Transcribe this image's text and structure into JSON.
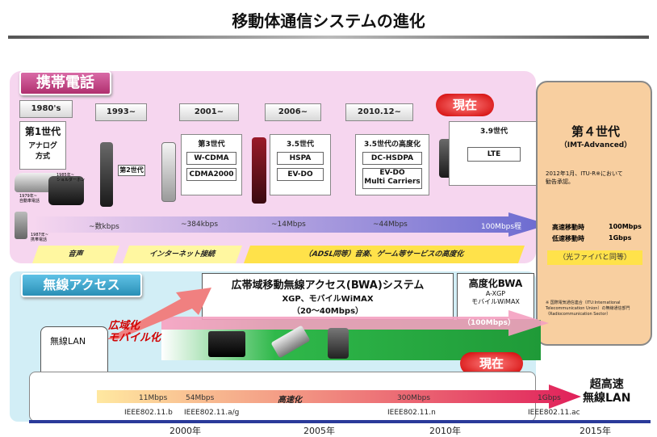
{
  "title": "移動体通信システムの進化",
  "mobile": {
    "label": "携帯電話",
    "eras": [
      "1980's",
      "1993~",
      "2001~",
      "2006~",
      "2010.12~"
    ],
    "gen1": {
      "title": "第1世代",
      "sub": "アナログ\n方式"
    },
    "gen2": "第2世代",
    "gen3": {
      "title": "第3世代",
      "items": [
        "W-CDMA",
        "CDMA2000"
      ]
    },
    "gen35": {
      "title": "3.5世代",
      "items": [
        "HSPA",
        "EV-DO"
      ]
    },
    "gen35h": {
      "title": "3.5世代の高度化",
      "items": [
        "DC-HSDPA",
        "EV-DO\nMulti Carriers"
      ]
    },
    "gen39": {
      "title": "3.9世代",
      "items": [
        "LTE"
      ]
    },
    "phone_notes": [
      "1985年~\nショルダーホン",
      "1979年~\n自動車電話",
      "1987年~\n携帯電話"
    ],
    "speeds": [
      "~数kbps",
      "~384kbps",
      "~14Mbps",
      "~44Mbps",
      "100Mbps程"
    ],
    "services": [
      "音声",
      "インターネット接続",
      "（ADSL同等）音楽、ゲーム等サービスの高度化"
    ],
    "now": "現在"
  },
  "g4": {
    "title": "第４世代",
    "subtitle": "（IMT-Advanced）",
    "note": "2012年1月、ITU-R※において\n勧告承認。",
    "speed_high_label": "高速移動時",
    "speed_high": "100Mbps",
    "speed_low_label": "低速移動時",
    "speed_low": "1Gbps",
    "fiber": "（光ファイバと同等）",
    "footnote": "※ 国際電気通信連合（ITU:International Telecommunication Union）の無線通信部門（Radiocommunication Sector）"
  },
  "wireless": {
    "label": "無線アクセス",
    "bwa_title": "広帯域移動無線アクセス(BWA)システム",
    "bwa_sub": "XGP、モバイルWiMAX",
    "bwa_speed": "（20～40Mbps）",
    "adv_title": "高度化BWA",
    "adv_items": [
      "A-XGP",
      "モバイルWiMAX"
    ],
    "adv_speed": "（100Mbps）",
    "wlan": "無線LAN",
    "wide": "広域化\nモバイル化",
    "fast": "高速化",
    "now": "現在",
    "super": "超高速\n無線LAN",
    "speeds": [
      "11Mbps",
      "54Mbps",
      "300Mbps",
      "1Gbps"
    ],
    "standards": [
      "IEEE802.11.b",
      "IEEE802.11.a/g",
      "IEEE802.11.n",
      "IEEE802.11.ac"
    ]
  },
  "years": [
    "2000年",
    "2005年",
    "2010年",
    "2015年"
  ],
  "colors": {
    "pink_bg": "#f6d6ef",
    "blue_bg": "#d2eef6",
    "g4_bg": "#f8cfa0",
    "red": "#d00000"
  }
}
